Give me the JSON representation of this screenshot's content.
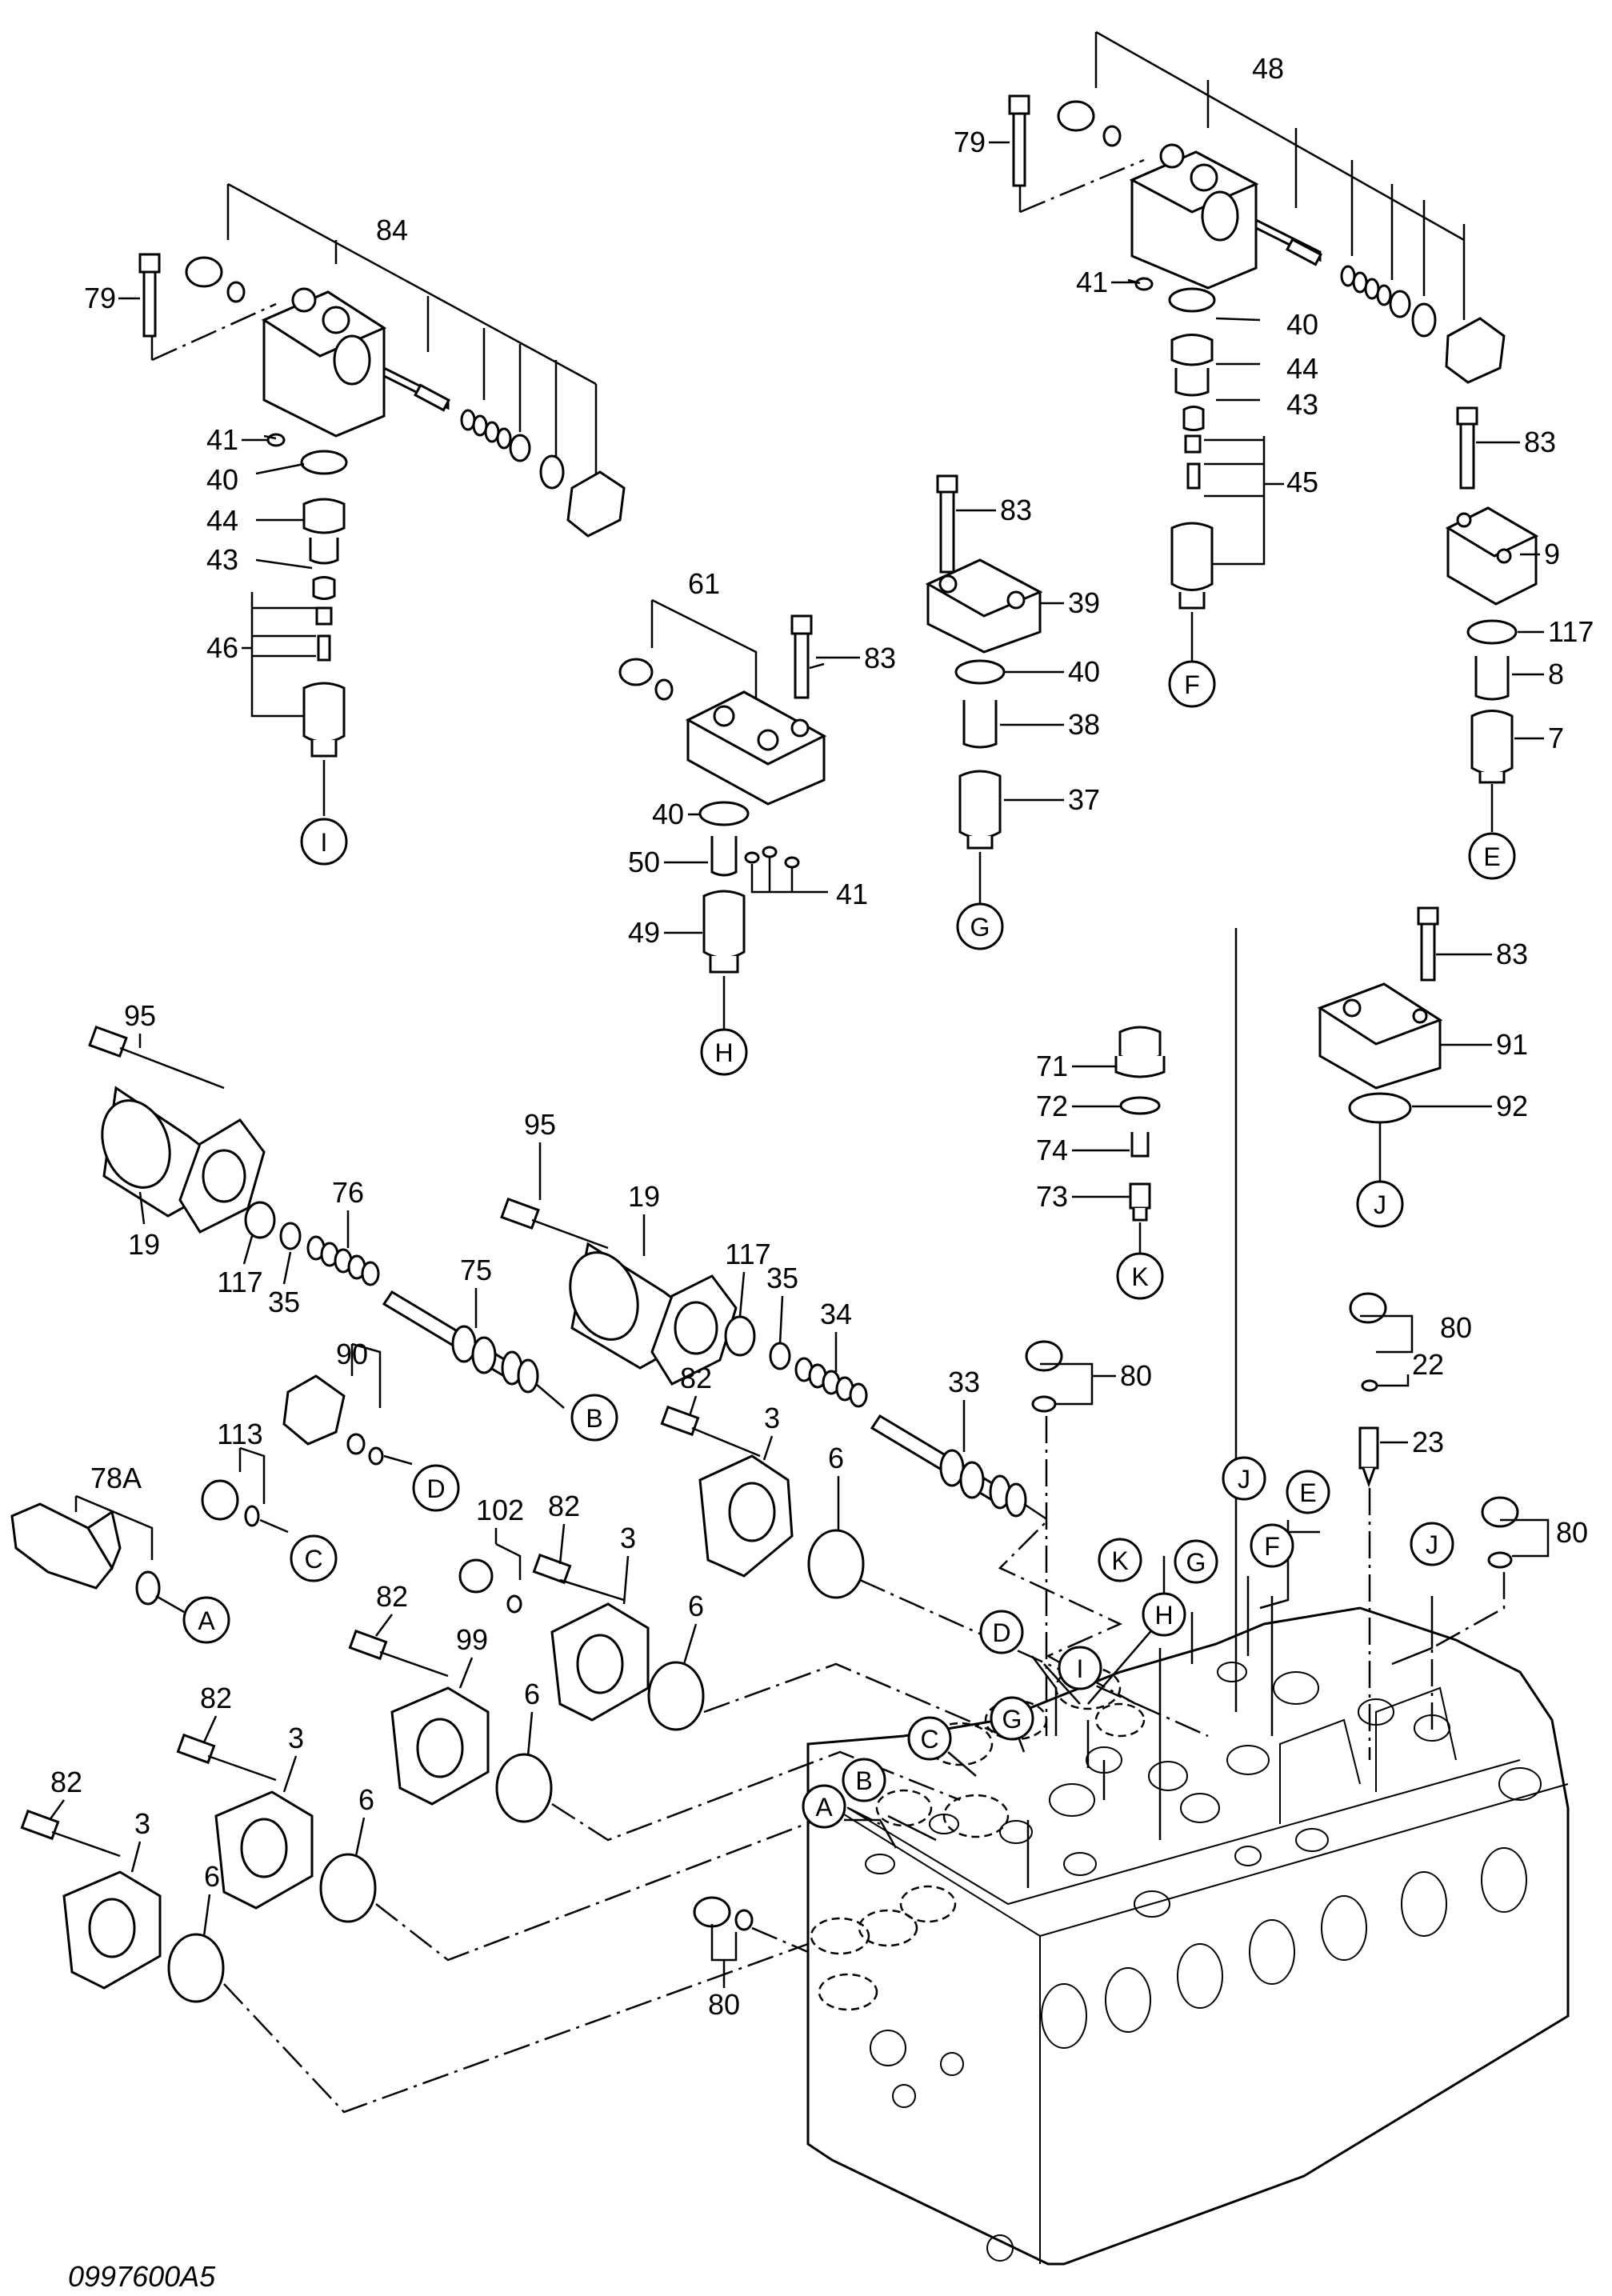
{
  "part_numbers": [
    "84",
    "79",
    "41",
    "40",
    "44",
    "43",
    "46",
    "48",
    "79",
    "41",
    "40",
    "44",
    "43",
    "45",
    "61",
    "83",
    "40",
    "50",
    "41",
    "49",
    "83",
    "39",
    "40",
    "38",
    "37",
    "83",
    "9",
    "117",
    "8",
    "7",
    "83",
    "91",
    "92",
    "71",
    "72",
    "74",
    "73",
    "95",
    "19",
    "117",
    "35",
    "76",
    "75",
    "95",
    "19",
    "117",
    "35",
    "34",
    "33",
    "90",
    "113",
    "78A",
    "82",
    "3",
    "6",
    "102",
    "82",
    "3",
    "6",
    "82",
    "99",
    "6",
    "82",
    "3",
    "6",
    "82",
    "3",
    "6",
    "80",
    "22",
    "23",
    "80",
    "80",
    "80"
  ],
  "port_letters": [
    "I",
    "H",
    "G",
    "F",
    "E",
    "J",
    "K",
    "B",
    "D",
    "C",
    "A",
    "J",
    "E",
    "F",
    "K",
    "G",
    "H",
    "D",
    "I",
    "G",
    "C",
    "B",
    "A",
    "J"
  ],
  "reference_code": "0997600A5"
}
